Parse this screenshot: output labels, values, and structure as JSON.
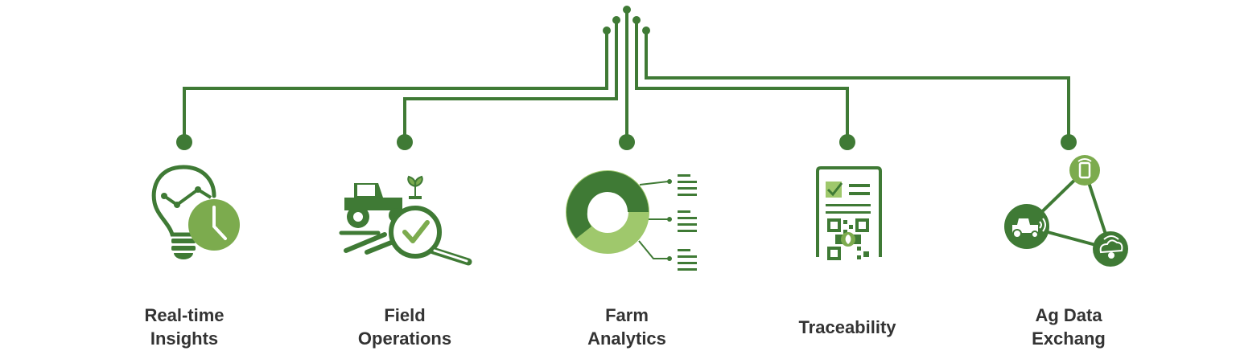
{
  "colors": {
    "dark_green": "#3f7a35",
    "light_green": "#9fc86c",
    "mid_green": "#7cab4e",
    "text": "#333333"
  },
  "items": [
    {
      "line1": "Real-time",
      "line2": "Insights",
      "icon": "lightbulb-chart-clock-icon"
    },
    {
      "line1": "Field",
      "line2": "Operations",
      "icon": "tractor-magnifier-check-icon"
    },
    {
      "line1": "Farm",
      "line2": "Analytics",
      "icon": "donut-chart-icon"
    },
    {
      "line1": "Traceability",
      "line2": "",
      "icon": "document-qr-code-icon"
    },
    {
      "line1": "Ag Data",
      "line2": "Exchang",
      "icon": "network-nodes-icon"
    }
  ]
}
